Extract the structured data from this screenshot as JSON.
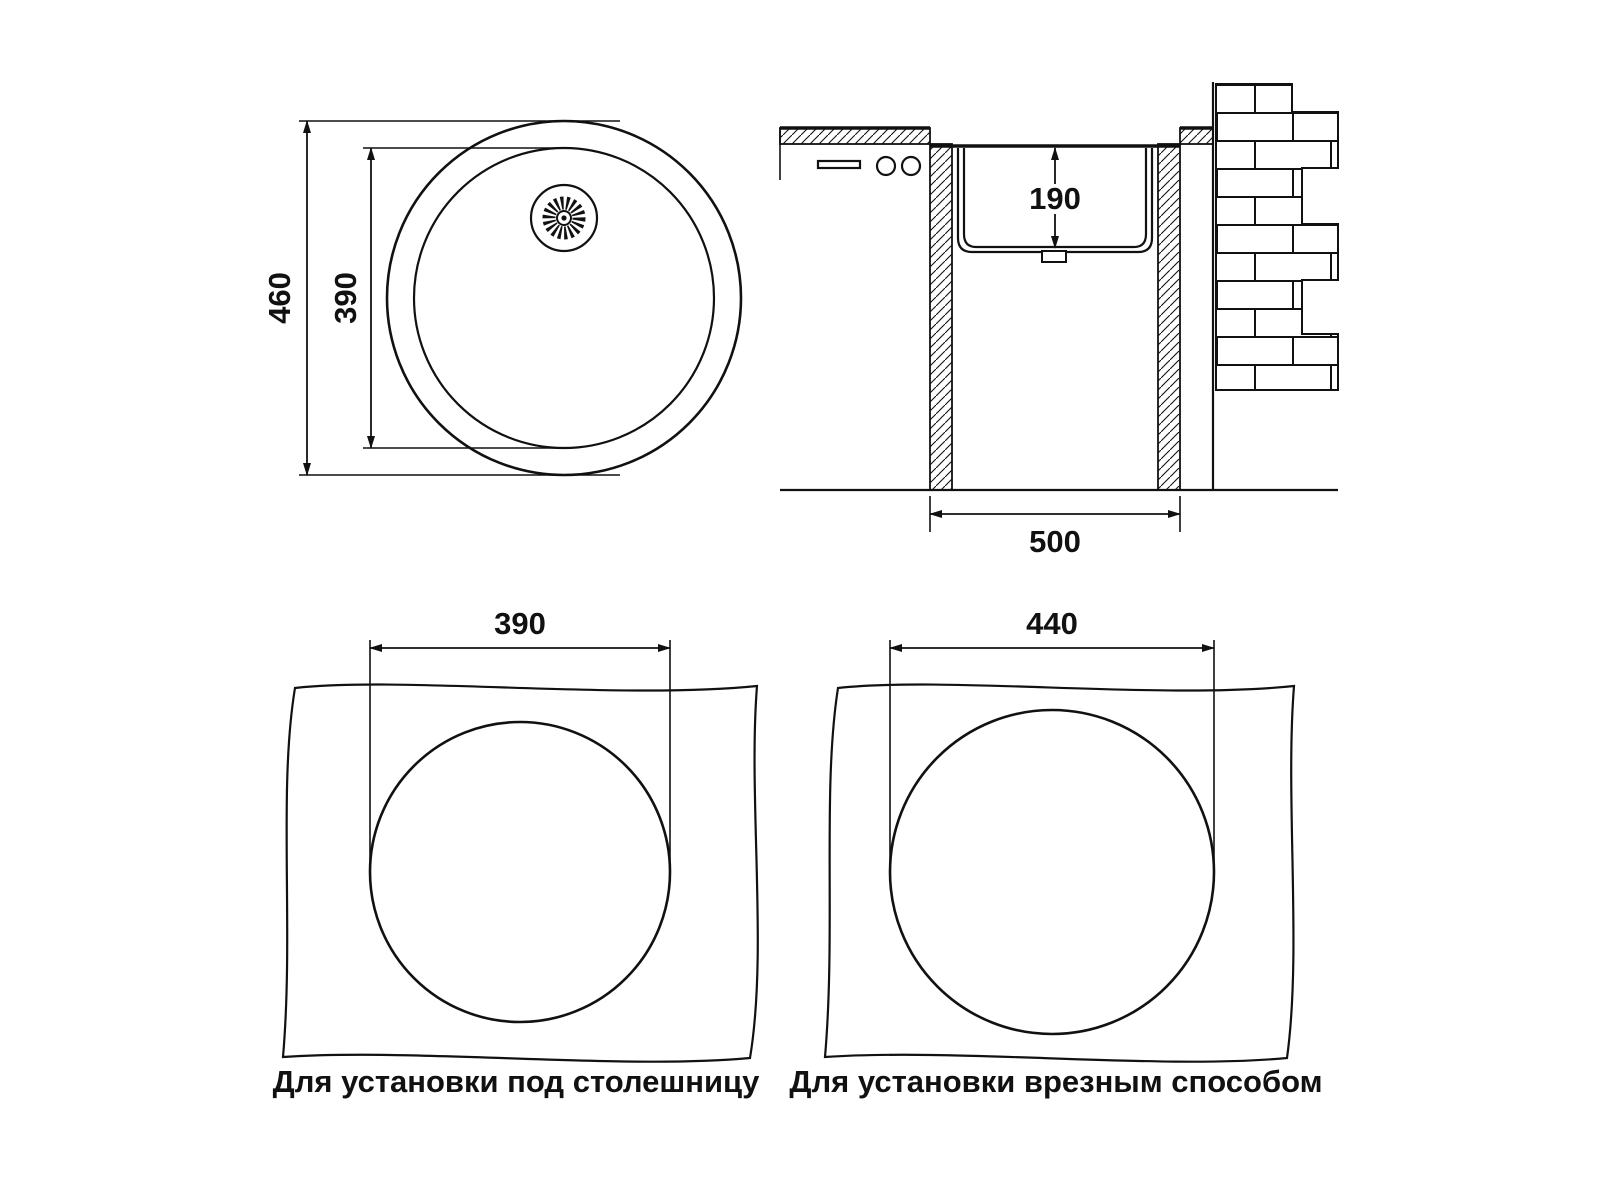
{
  "drawing": {
    "top_view": {
      "outer_diameter": "460",
      "inner_diameter": "390"
    },
    "section_view": {
      "bowl_depth": "190",
      "cabinet_width": "500"
    },
    "templates": [
      {
        "cutout_diameter": "390",
        "caption": "Для установки под столешницу"
      },
      {
        "cutout_diameter": "440",
        "caption": "Для установки врезным способом"
      }
    ]
  },
  "colors": {
    "line": "#111111",
    "background": "#ffffff"
  }
}
